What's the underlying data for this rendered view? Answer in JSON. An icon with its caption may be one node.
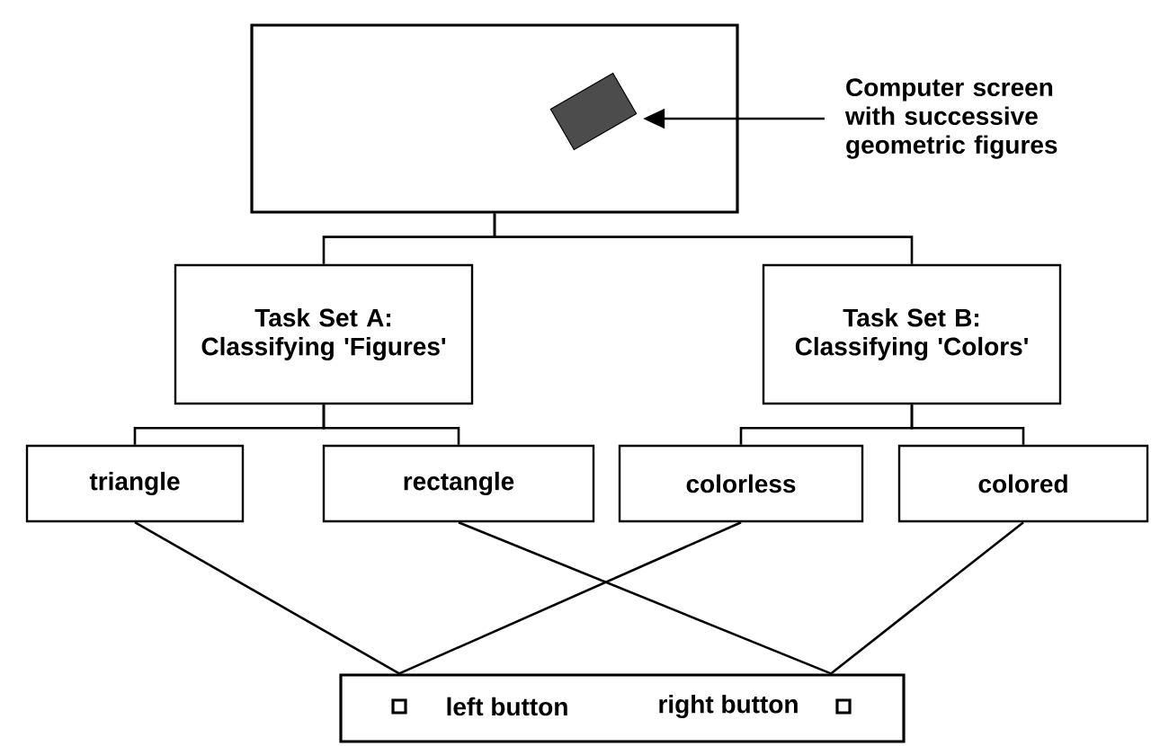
{
  "diagram": {
    "nodes": [
      {
        "text": [],
        "shape": "box"
      },
      {
        "text": [],
        "shape": "box",
        "in": 0
      },
      {
        "text": [
          "Computer screen with successive geometric figures"
        ]
      },
      {
        "text": [
          "Task Set A: Classifying 'Figures'"
        ]
      },
      {
        "text": [
          "Task Set B: Classifying 'Colors'"
        ]
      },
      {
        "text": [
          "triangle"
        ]
      },
      {
        "text": [
          "rectangle"
        ]
      },
      {
        "text": [
          "colorless"
        ]
      },
      {
        "text": [
          "colored"
        ]
      },
      {
        "text": [],
        "shape": "box"
      },
      {
        "text": [
          "left button"
        ],
        "in": 9
      },
      {
        "text": [
          "right button"
        ],
        "in": 9
      }
    ],
    "edges": [
      {
        "from": 2,
        "to": 1,
        "arrow": "to"
      },
      {
        "from": 0,
        "to": 3,
        "arrow": "none"
      },
      {
        "from": 0,
        "to": 4,
        "arrow": "none"
      },
      {
        "from": 3,
        "to": 5,
        "arrow": "none"
      },
      {
        "from": 3,
        "to": 6,
        "arrow": "none"
      },
      {
        "from": 4,
        "to": 7,
        "arrow": "none"
      },
      {
        "from": 4,
        "to": 8,
        "arrow": "none"
      },
      {
        "from": 5,
        "to": 10,
        "arrow": "none"
      },
      {
        "from": 7,
        "to": 10,
        "arrow": "none"
      },
      {
        "from": 6,
        "to": 11,
        "arrow": "none"
      },
      {
        "from": 8,
        "to": 11,
        "arrow": "none"
      }
    ]
  }
}
